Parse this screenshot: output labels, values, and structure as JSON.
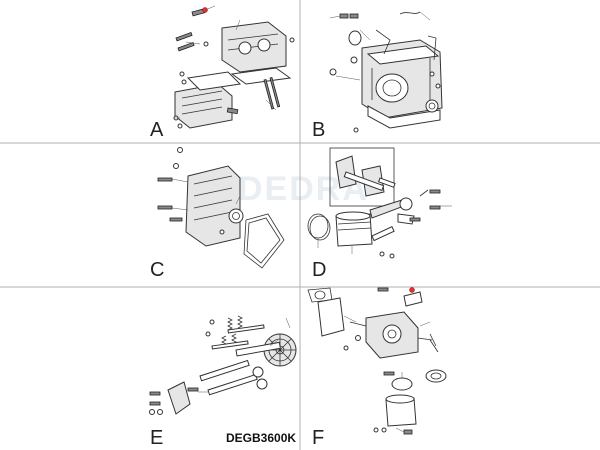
{
  "panels": [
    {
      "id": "A",
      "letter": "A"
    },
    {
      "id": "B",
      "letter": "B"
    },
    {
      "id": "C",
      "letter": "C"
    },
    {
      "id": "D",
      "letter": "D"
    },
    {
      "id": "E",
      "letter": "E"
    },
    {
      "id": "F",
      "letter": "F"
    }
  ],
  "model_code": "DEGB3600K",
  "watermark": "DEDRA",
  "colors": {
    "line": "#333333",
    "divider": "#b0b0b0",
    "background": "#ffffff",
    "accent": "#dd3333"
  }
}
